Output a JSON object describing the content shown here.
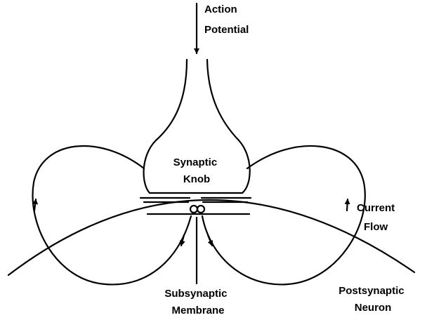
{
  "labels": {
    "action_potential": [
      "Action",
      "Potential"
    ],
    "synaptic_knob": [
      "Synaptic",
      "Knob"
    ],
    "current_flow": [
      "Current",
      "Flow"
    ],
    "subsynaptic_membrane": [
      "Subsynaptic",
      "Membrane"
    ],
    "postsynaptic_neuron": [
      "Postsynaptic",
      "Neuron"
    ]
  },
  "colors": {
    "ink": "#000000",
    "background": "#ffffff"
  },
  "icons": {
    "arrow": "arrowhead-icon"
  }
}
